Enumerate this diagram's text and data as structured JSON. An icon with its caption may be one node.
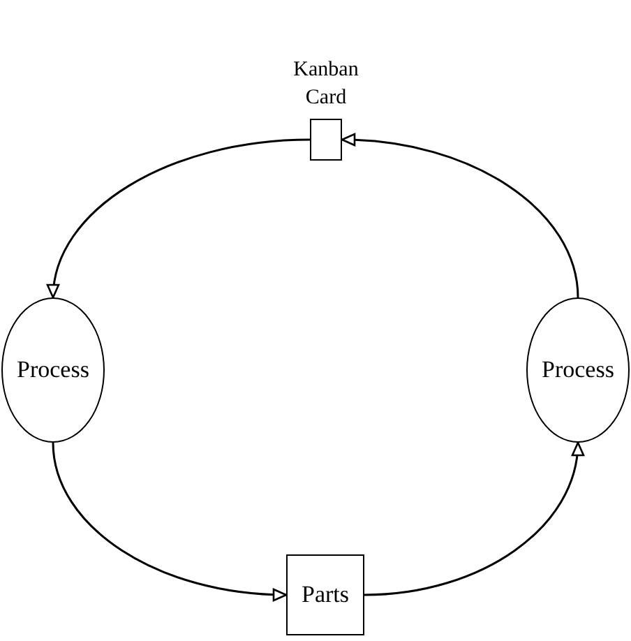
{
  "diagram": {
    "nodes": [
      {
        "text": [
          "Kanban Card"
        ]
      },
      {
        "text": [
          "Process"
        ]
      },
      {
        "text": [
          "Process"
        ]
      },
      {
        "text": [
          "Parts"
        ]
      }
    ],
    "edges": [
      {
        "from": 0,
        "to": 1,
        "arrow": "to"
      },
      {
        "from": 1,
        "to": 3,
        "arrow": "to"
      },
      {
        "from": 3,
        "to": 2,
        "arrow": "to"
      },
      {
        "from": 2,
        "to": 0,
        "arrow": "to"
      }
    ]
  }
}
